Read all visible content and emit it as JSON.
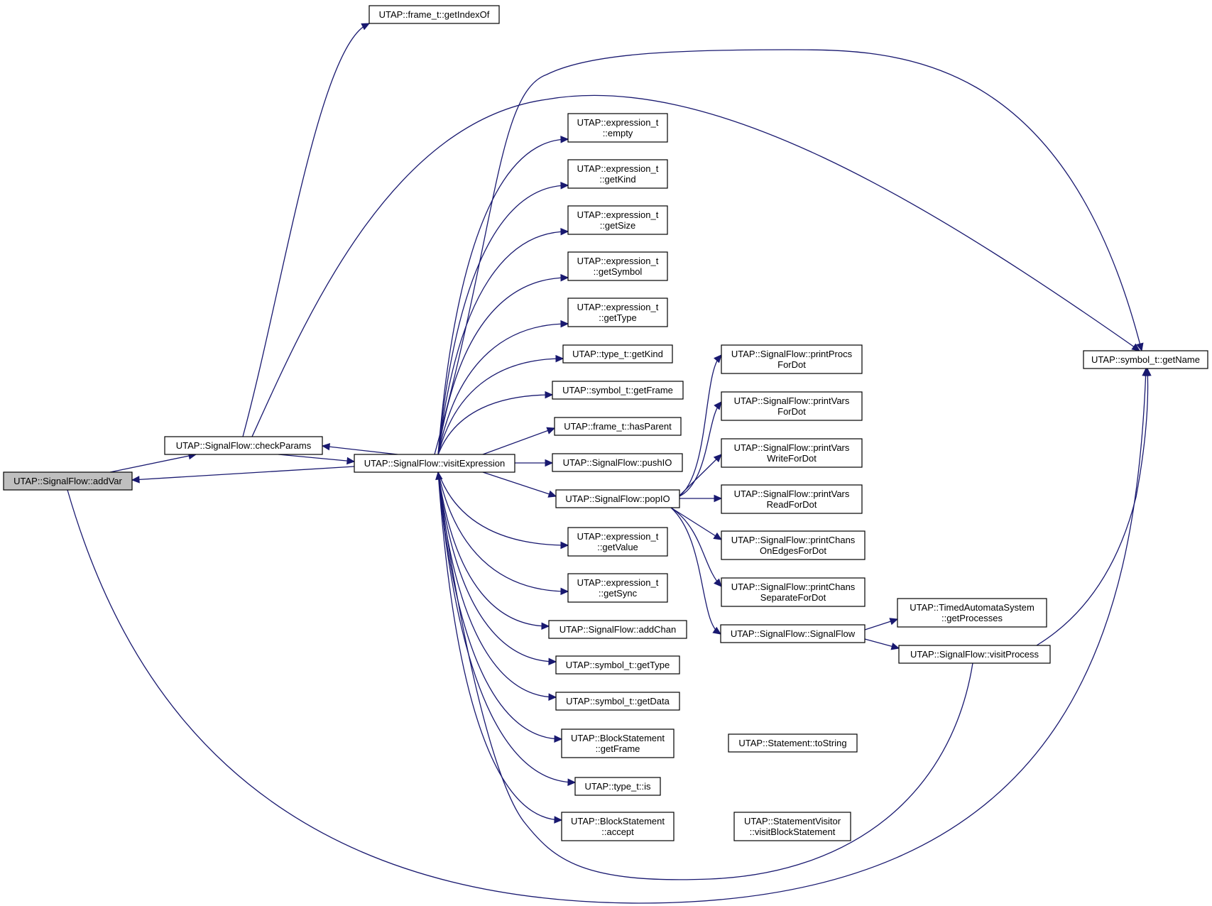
{
  "nodes": [
    {
      "id": "addVar",
      "lines": [
        "UTAP::SignalFlow::addVar"
      ],
      "root": true
    },
    {
      "id": "checkParams",
      "lines": [
        "UTAP::SignalFlow::checkParams"
      ]
    },
    {
      "id": "visitExpression",
      "lines": [
        "UTAP::SignalFlow::visitExpression"
      ]
    },
    {
      "id": "getIndexOf",
      "lines": [
        "UTAP::frame_t::getIndexOf"
      ]
    },
    {
      "id": "getName",
      "lines": [
        "UTAP::symbol_t::getName"
      ]
    },
    {
      "id": "empty",
      "lines": [
        "UTAP::expression_t",
        "::empty"
      ]
    },
    {
      "id": "exGetKind",
      "lines": [
        "UTAP::expression_t",
        "::getKind"
      ]
    },
    {
      "id": "getSize",
      "lines": [
        "UTAP::expression_t",
        "::getSize"
      ]
    },
    {
      "id": "getSymbol",
      "lines": [
        "UTAP::expression_t",
        "::getSymbol"
      ]
    },
    {
      "id": "exGetType",
      "lines": [
        "UTAP::expression_t",
        "::getType"
      ]
    },
    {
      "id": "tyGetKind",
      "lines": [
        "UTAP::type_t::getKind"
      ]
    },
    {
      "id": "getFrame",
      "lines": [
        "UTAP::symbol_t::getFrame"
      ]
    },
    {
      "id": "hasParent",
      "lines": [
        "UTAP::frame_t::hasParent"
      ]
    },
    {
      "id": "pushIO",
      "lines": [
        "UTAP::SignalFlow::pushIO"
      ]
    },
    {
      "id": "popIO",
      "lines": [
        "UTAP::SignalFlow::popIO"
      ]
    },
    {
      "id": "getValue",
      "lines": [
        "UTAP::expression_t",
        "::getValue"
      ]
    },
    {
      "id": "getSync",
      "lines": [
        "UTAP::expression_t",
        "::getSync"
      ]
    },
    {
      "id": "addChan",
      "lines": [
        "UTAP::SignalFlow::addChan"
      ]
    },
    {
      "id": "syGetType",
      "lines": [
        "UTAP::symbol_t::getType"
      ]
    },
    {
      "id": "getData",
      "lines": [
        "UTAP::symbol_t::getData"
      ]
    },
    {
      "id": "bsGetFrame",
      "lines": [
        "UTAP::BlockStatement",
        "::getFrame"
      ]
    },
    {
      "id": "is",
      "lines": [
        "UTAP::type_t::is"
      ]
    },
    {
      "id": "accept",
      "lines": [
        "UTAP::BlockStatement",
        "::accept"
      ]
    },
    {
      "id": "printProcs",
      "lines": [
        "UTAP::SignalFlow::printProcs",
        "ForDot"
      ]
    },
    {
      "id": "printVars",
      "lines": [
        "UTAP::SignalFlow::printVars",
        "ForDot"
      ]
    },
    {
      "id": "printVarsWrite",
      "lines": [
        "UTAP::SignalFlow::printVars",
        "WriteForDot"
      ]
    },
    {
      "id": "printVarsRead",
      "lines": [
        "UTAP::SignalFlow::printVars",
        "ReadForDot"
      ]
    },
    {
      "id": "printChansOn",
      "lines": [
        "UTAP::SignalFlow::printChans",
        "OnEdgesForDot"
      ]
    },
    {
      "id": "printChansSep",
      "lines": [
        "UTAP::SignalFlow::printChans",
        "SeparateForDot"
      ]
    },
    {
      "id": "signalFlow",
      "lines": [
        "UTAP::SignalFlow::SignalFlow"
      ]
    },
    {
      "id": "getProcesses",
      "lines": [
        "UTAP::TimedAutomataSystem",
        "::getProcesses"
      ]
    },
    {
      "id": "visitProcess",
      "lines": [
        "UTAP::SignalFlow::visitProcess"
      ]
    },
    {
      "id": "toString",
      "lines": [
        "UTAP::Statement::toString"
      ]
    },
    {
      "id": "visitBlock",
      "lines": [
        "UTAP::StatementVisitor",
        "::visitBlockStatement"
      ]
    }
  ],
  "edges": [
    {
      "from": "addVar",
      "to": "checkParams"
    },
    {
      "from": "checkParams",
      "to": "visitExpression"
    },
    {
      "from": "visitExpression",
      "to": "checkParams"
    },
    {
      "from": "visitExpression",
      "to": "addVar"
    },
    {
      "from": "checkParams",
      "to": "getIndexOf"
    },
    {
      "from": "checkParams",
      "to": "getName"
    },
    {
      "from": "addVar",
      "to": "getName"
    },
    {
      "from": "visitExpression",
      "to": "getName"
    },
    {
      "from": "visitExpression",
      "to": "empty"
    },
    {
      "from": "visitExpression",
      "to": "exGetKind"
    },
    {
      "from": "visitExpression",
      "to": "getSize"
    },
    {
      "from": "visitExpression",
      "to": "getSymbol"
    },
    {
      "from": "visitExpression",
      "to": "exGetType"
    },
    {
      "from": "visitExpression",
      "to": "tyGetKind"
    },
    {
      "from": "visitExpression",
      "to": "getFrame"
    },
    {
      "from": "visitExpression",
      "to": "hasParent"
    },
    {
      "from": "visitExpression",
      "to": "pushIO"
    },
    {
      "from": "visitExpression",
      "to": "popIO"
    },
    {
      "from": "visitExpression",
      "to": "getValue"
    },
    {
      "from": "visitExpression",
      "to": "getSync"
    },
    {
      "from": "visitExpression",
      "to": "addChan"
    },
    {
      "from": "visitExpression",
      "to": "syGetType"
    },
    {
      "from": "visitExpression",
      "to": "getData"
    },
    {
      "from": "visitExpression",
      "to": "bsGetFrame"
    },
    {
      "from": "visitExpression",
      "to": "is"
    },
    {
      "from": "visitExpression",
      "to": "accept"
    },
    {
      "from": "popIO",
      "to": "printProcs"
    },
    {
      "from": "popIO",
      "to": "printVars"
    },
    {
      "from": "popIO",
      "to": "printVarsWrite"
    },
    {
      "from": "popIO",
      "to": "printVarsRead"
    },
    {
      "from": "popIO",
      "to": "printChansOn"
    },
    {
      "from": "popIO",
      "to": "printChansSep"
    },
    {
      "from": "popIO",
      "to": "signalFlow"
    },
    {
      "from": "signalFlow",
      "to": "getProcesses"
    },
    {
      "from": "signalFlow",
      "to": "visitProcess"
    },
    {
      "from": "visitProcess",
      "to": "getName"
    },
    {
      "from": "visitProcess",
      "to": "visitExpression"
    },
    {
      "from": "bsGetFrame",
      "to": "toString"
    },
    {
      "from": "accept",
      "to": "visitBlock"
    }
  ]
}
